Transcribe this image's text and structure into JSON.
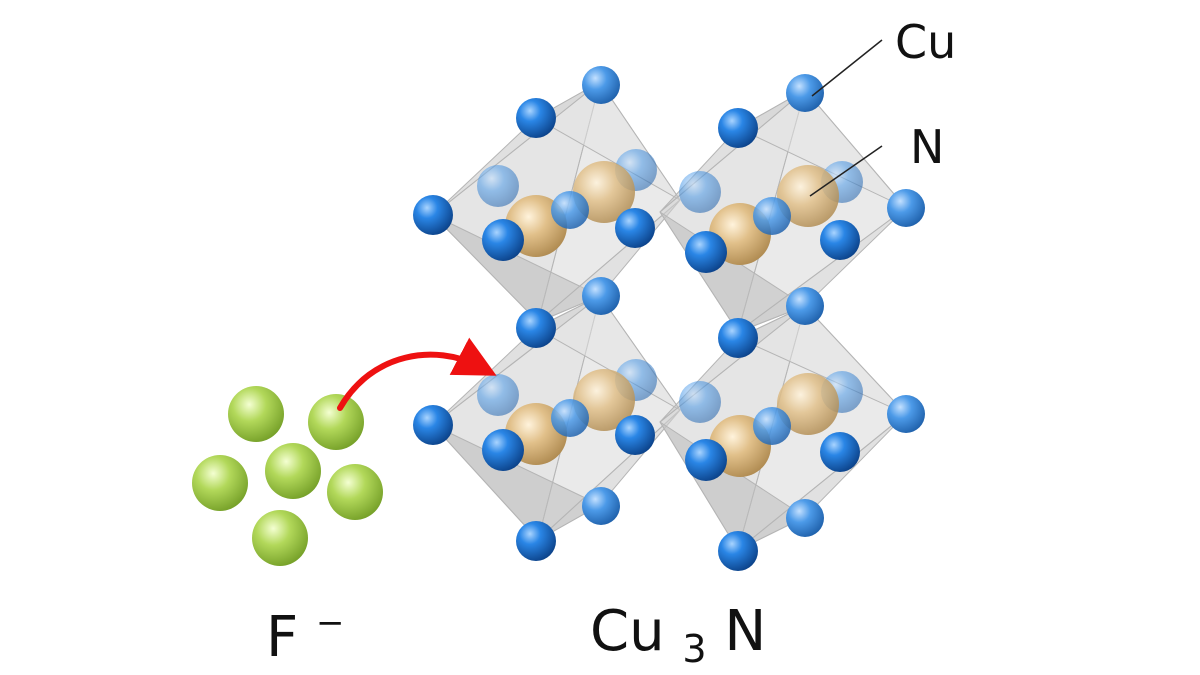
{
  "labels": {
    "cu": "Cu",
    "n": "N",
    "fluoride_base": "F",
    "fluoride_charge": "−",
    "compound_part1": "Cu",
    "compound_sub": "3",
    "compound_part2": "N"
  },
  "colors": {
    "cu_front": "#0f6fd4",
    "cu_back": "#3d8fe0",
    "n_atom": "#d9b57a",
    "f_atom": "#a6d24a",
    "octahedron": "#c8c8c8",
    "arrow": "#ee1111",
    "leader_line": "#222222",
    "text": "#111111"
  },
  "structure": {
    "cu_atom_count_per_octahedron": 6,
    "octahedra_count": 4,
    "fluoride_ion_count": 6
  }
}
